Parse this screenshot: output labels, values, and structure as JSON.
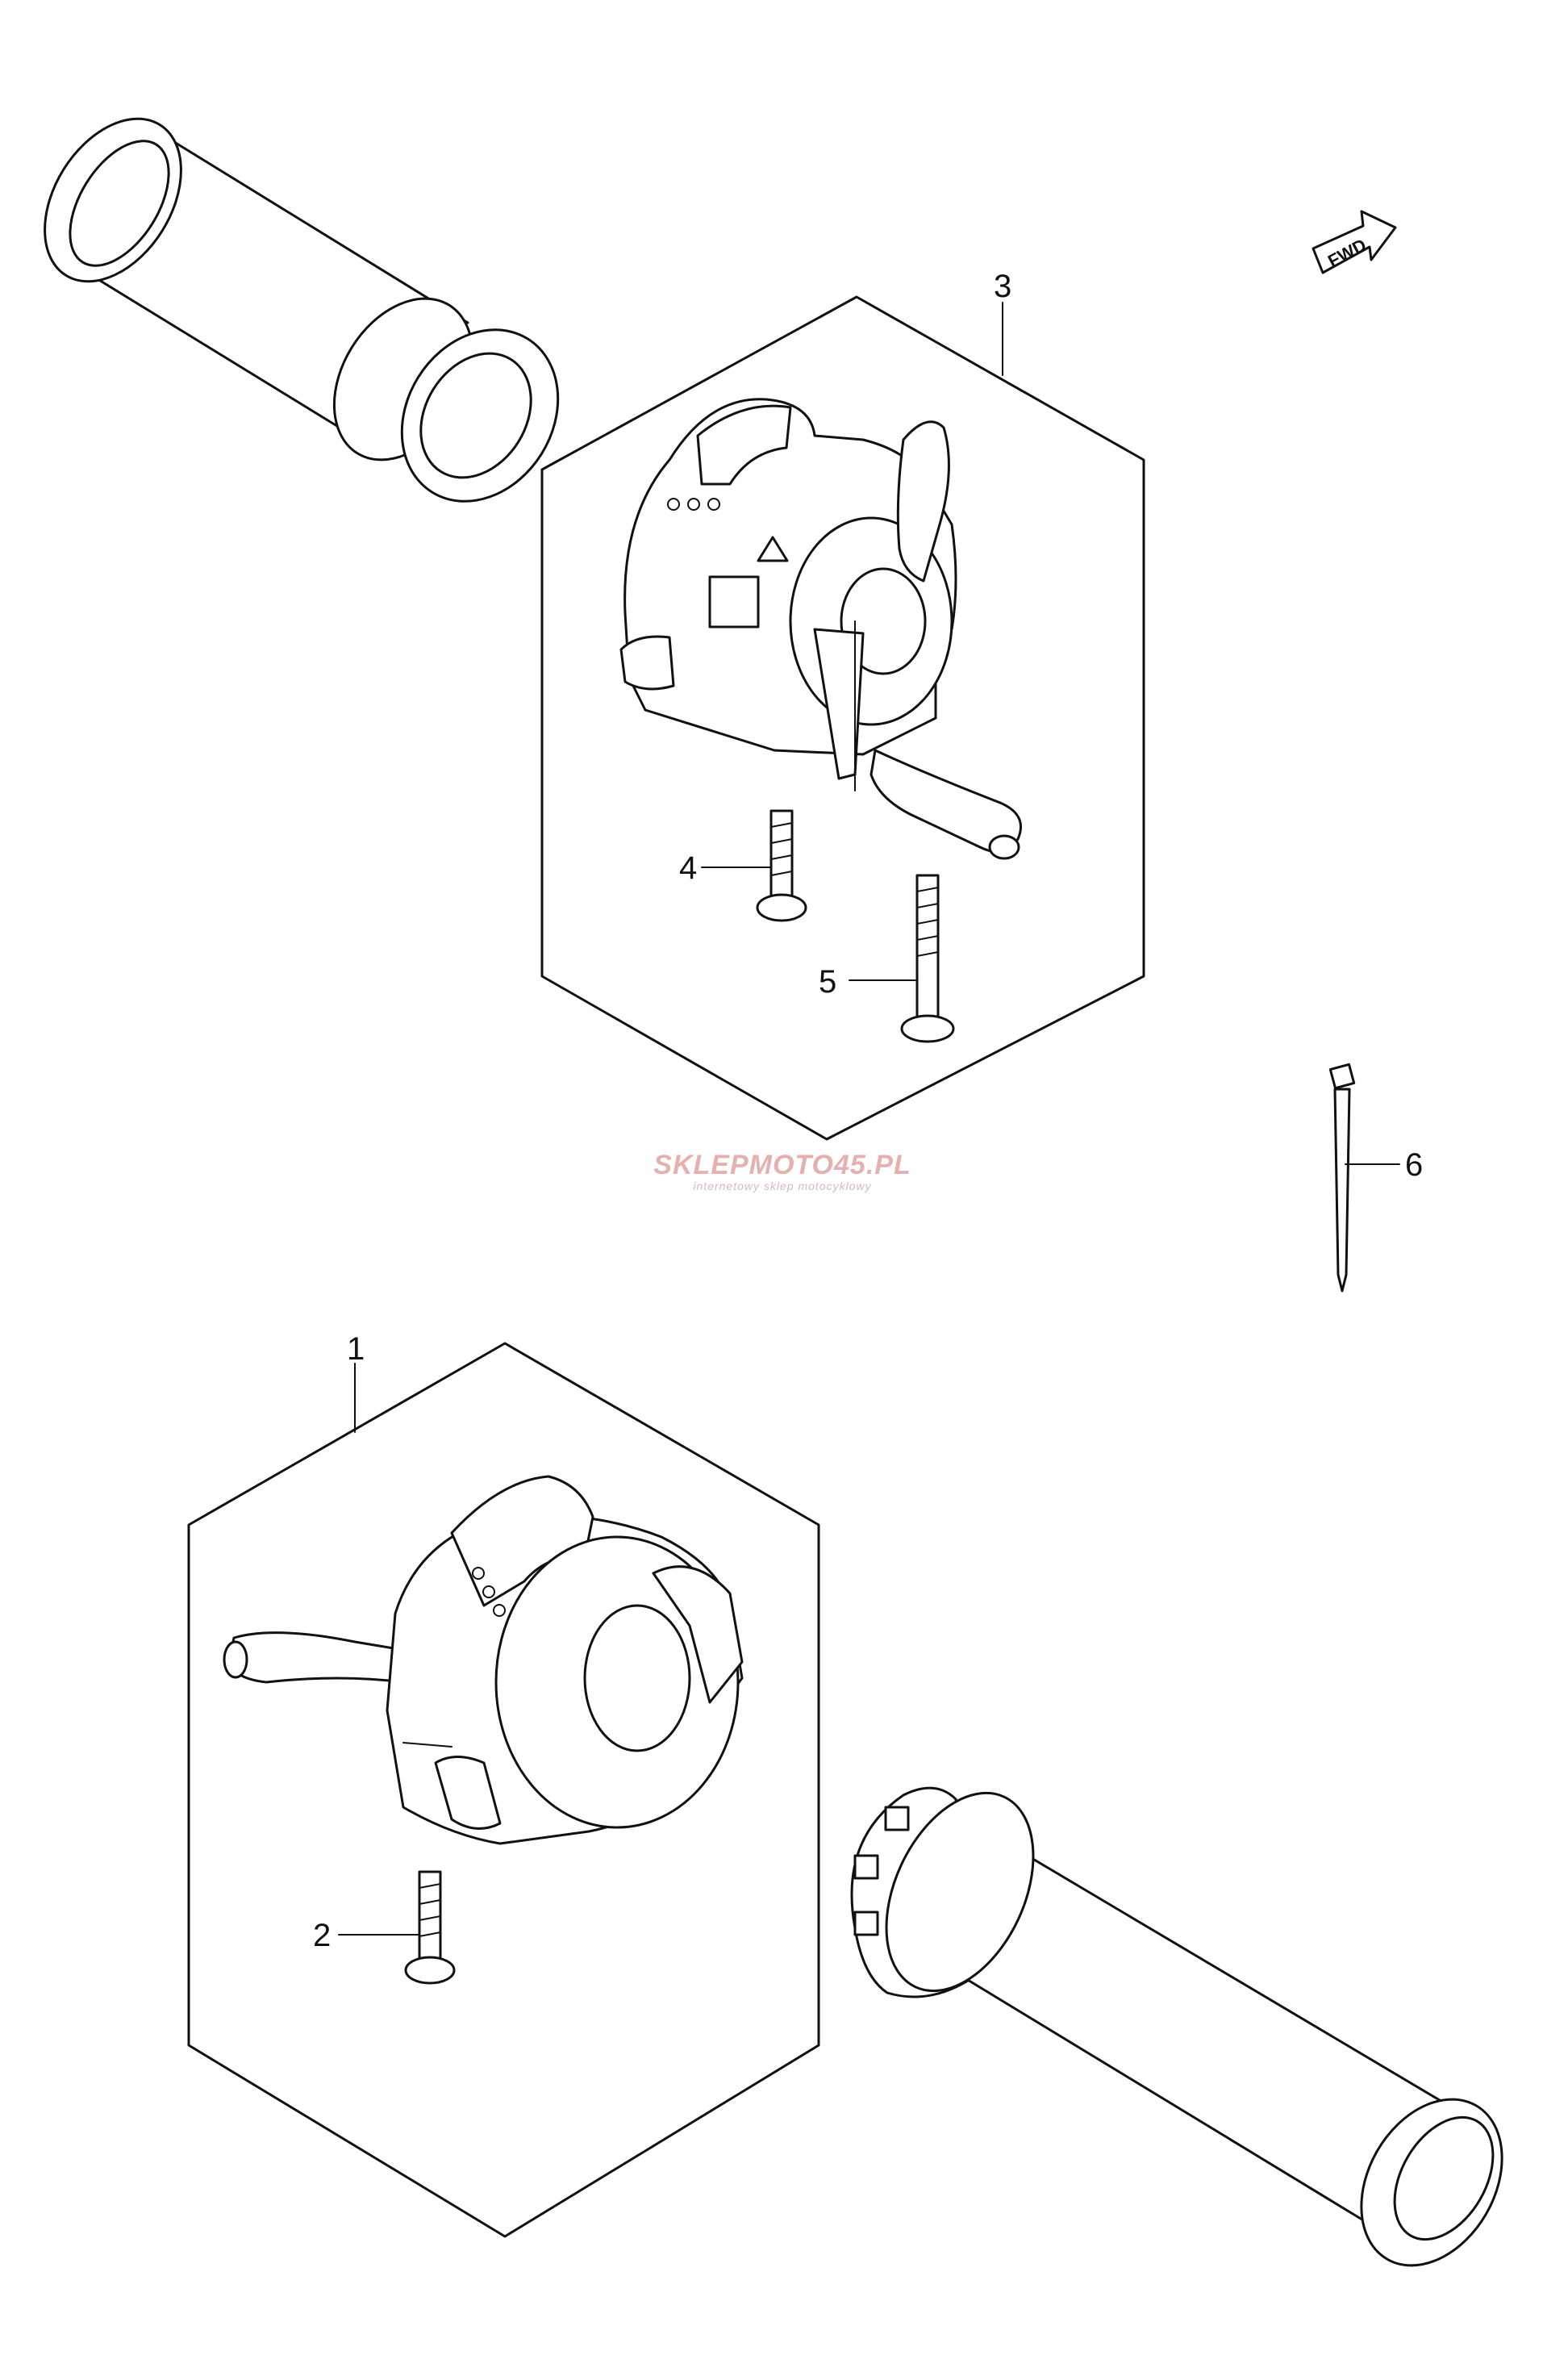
{
  "fwd_arrow": {
    "label": "FWD"
  },
  "callouts": [
    {
      "id": "1",
      "label": "1"
    },
    {
      "id": "2",
      "label": "2"
    },
    {
      "id": "3",
      "label": "3"
    },
    {
      "id": "4",
      "label": "4"
    },
    {
      "id": "5",
      "label": "5"
    },
    {
      "id": "6",
      "label": "6"
    }
  ],
  "watermark": {
    "main": "SKLEPMOTO45.PL",
    "sub": "internetowy sklep motocyklowy"
  },
  "icons": [
    "fwd-arrow-icon",
    "handlebar-grip-icon",
    "handlebar-switch-icon",
    "screw-icon",
    "cable-tie-icon"
  ]
}
